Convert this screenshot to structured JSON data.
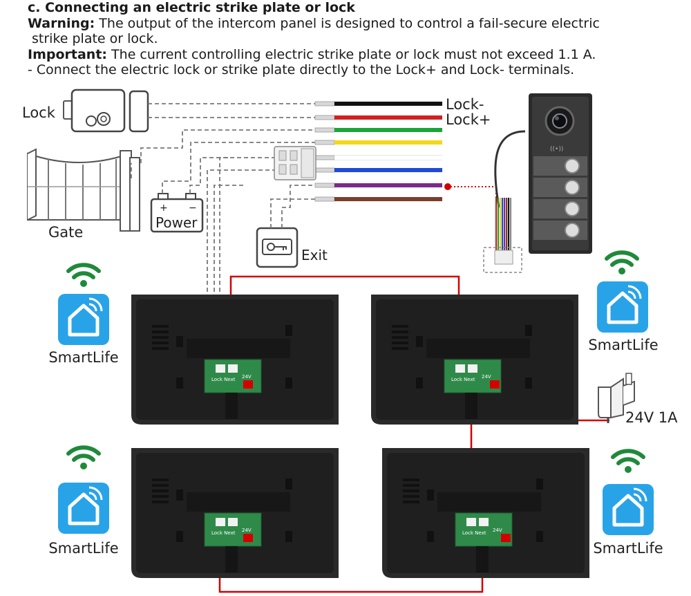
{
  "heading": "c. Connecting an electric strike plate or lock",
  "warning": {
    "label": "Warning:",
    "text_line1": " The output of the intercom panel is designed to control a fail-secure electric",
    "text_line2": "strike plate or lock."
  },
  "important": {
    "label": "Important:",
    "text": " The current controlling electric strike plate or lock must not exceed 1.1 A."
  },
  "instruction": "- Connect the electric lock or strike plate directly to the Lock+ and Lock- terminals.",
  "labels": {
    "lock": "Lock",
    "gate": "Gate",
    "power": "Power",
    "exit": "Exit",
    "lock_minus": "Lock-",
    "lock_plus": "Lock+",
    "adapter": "24V 1A",
    "battery_plus": "+",
    "battery_minus": "−"
  },
  "smartlife": [
    "SmartLife",
    "SmartLife",
    "SmartLife",
    "SmartLife"
  ],
  "panel_labels": {
    "lock_out": "Lock Next",
    "power_in": "24V"
  },
  "wire_colors": [
    "#111111",
    "#d21f1f",
    "#1aa53a",
    "#f2d81a",
    "#ffffff",
    "#1f4ad8",
    "#7b2a8c",
    "#7a3e2a"
  ],
  "colors": {
    "bus_wire": "#d40000",
    "app_blue": "#29a3e8",
    "wifi_green": "#1f8a3a",
    "monitor": "#2a2a2a",
    "board": "#2f8a4a"
  }
}
